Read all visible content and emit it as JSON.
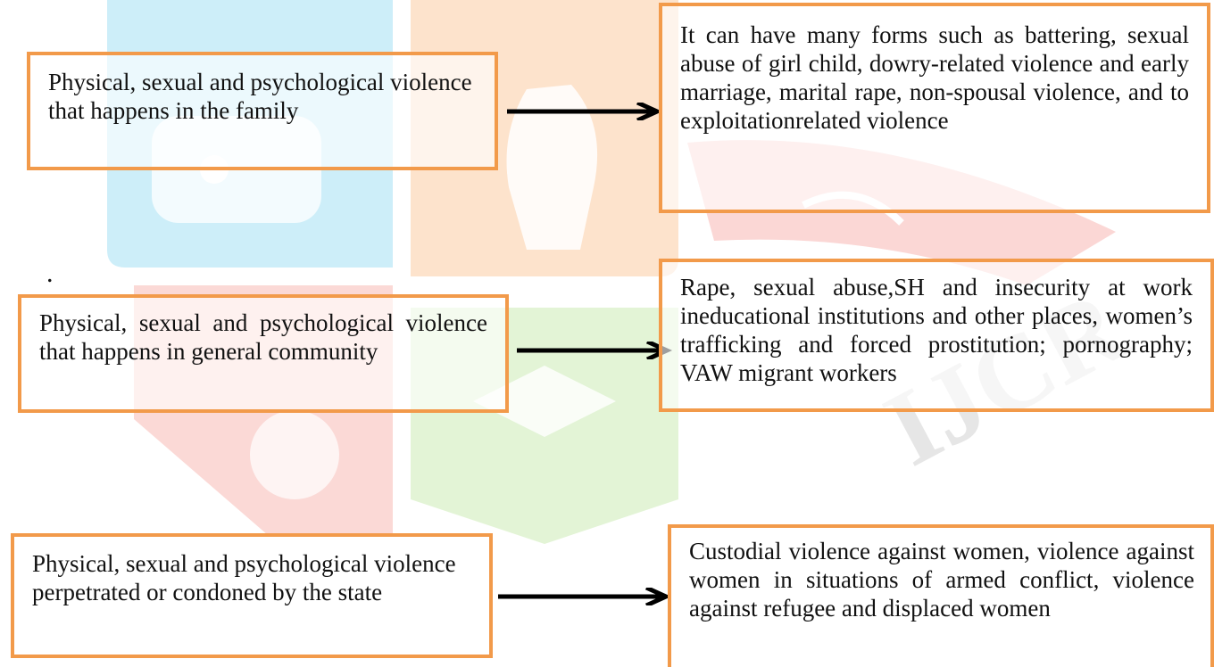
{
  "colors": {
    "box_border": "#f29a4a",
    "arrow": "#000000",
    "watermark_blue": "#c9edf8",
    "watermark_orange": "#fde2c9",
    "watermark_red": "#fbd2cf",
    "watermark_green": "#e2f4d4"
  },
  "watermark": {
    "icon_names": [
      "circuit-icon",
      "lightbulb-icon",
      "book-icon",
      "gear-icon",
      "graduation-cap-icon"
    ],
    "logo_text": "IJCR"
  },
  "marker": ".",
  "rows": [
    {
      "category": "Physical, sexual and psychological violence that happens in the family",
      "description": "It can have many forms such as battering, sexual abuse of girl child, dowry-related violence and early marriage, marital rape, non-spousal violence, and to exploitationrelated violence"
    },
    {
      "category": "Physical, sexual and psychological violence that happens in general community",
      "description": "Rape, sexual abuse,SH and insecurity at work ineducational institutions and other places, women’s trafficking and forced prostitution; pornography; VAW migrant workers"
    },
    {
      "category": "Physical, sexual and psychological violence perpetrated or condoned by the state",
      "description": "Custodial violence against women, violence against women in situations of armed conflict, violence against refugee and displaced women"
    }
  ]
}
